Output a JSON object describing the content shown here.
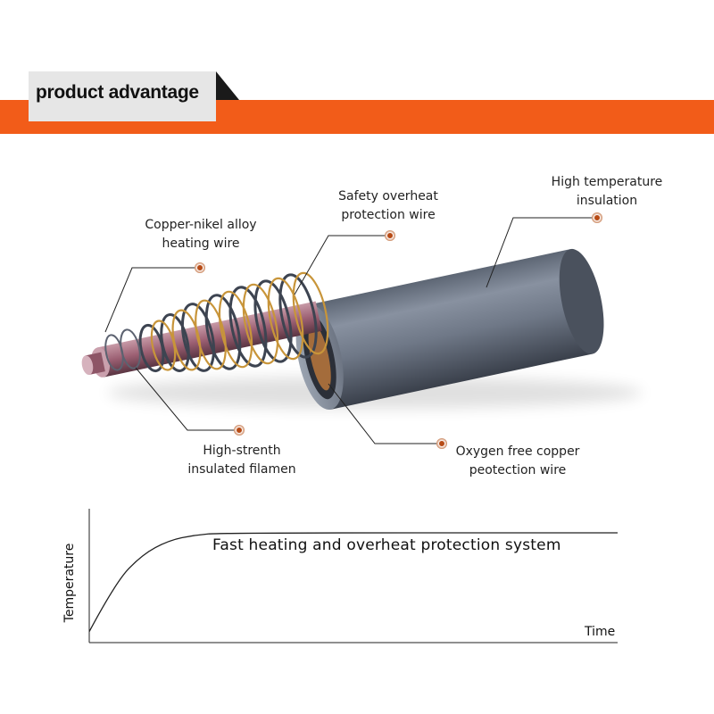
{
  "header": {
    "title": "product advantage",
    "accent_color": "#f25c19"
  },
  "callouts": {
    "heating_wire": {
      "line1": "Copper-nikel alloy",
      "line2": "heating wire"
    },
    "overheat_wire": {
      "line1": "Safety overheat",
      "line2": "protection wire"
    },
    "insulation": {
      "line1": "High temperature",
      "line2": "insulation"
    },
    "filament": {
      "line1": "High-strenth",
      "line2": "insulated filamen"
    },
    "copper_wire": {
      "line1": "Oxygen free copper",
      "line2": "peotection wire"
    }
  },
  "chart": {
    "title": "Fast heating and overheat protection system",
    "xlabel": "Time",
    "ylabel": "Temperature"
  },
  "chart_data": {
    "type": "line",
    "title": "Fast heating and overheat protection system",
    "xlabel": "Time",
    "ylabel": "Temperature",
    "grid": false,
    "series": [
      {
        "x": [
          0,
          0.05,
          0.1,
          0.15,
          0.2,
          0.25,
          1.0
        ],
        "values": [
          0.1,
          0.55,
          0.8,
          0.93,
          0.98,
          1.0,
          1.0
        ]
      }
    ]
  }
}
